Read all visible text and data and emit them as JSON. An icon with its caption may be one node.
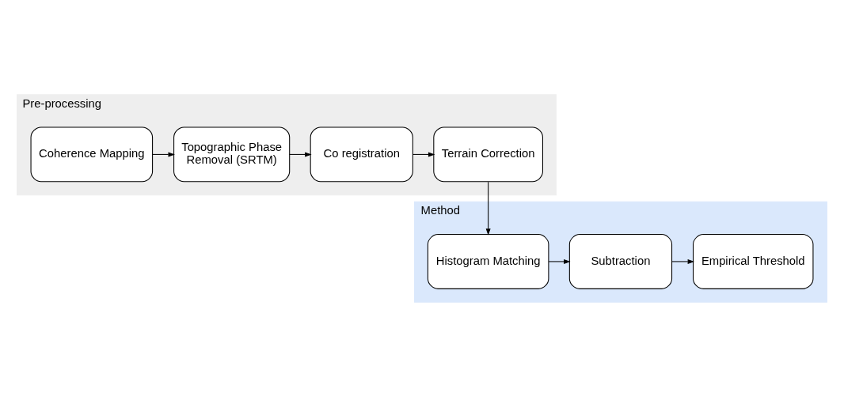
{
  "diagram": {
    "nodes": [
      {
        "text": [
          "Pre-processing"
        ]
      },
      {
        "text": [
          "Coherence Mapping"
        ],
        "in": 0
      },
      {
        "text": [
          "Topographic Phase Removal (SRTM)"
        ],
        "in": 0
      },
      {
        "text": [
          "Co registration"
        ],
        "in": 0
      },
      {
        "text": [
          "Terrain Correction"
        ],
        "in": 0
      },
      {
        "text": [
          "Method"
        ]
      },
      {
        "text": [
          "Histogram Matching"
        ],
        "in": 5
      },
      {
        "text": [
          "Subtraction"
        ],
        "in": 5
      },
      {
        "text": [
          "Empirical Threshold"
        ],
        "in": 5
      }
    ],
    "edges": [
      {
        "from": 1,
        "to": 2,
        "arrow": "to"
      },
      {
        "from": 2,
        "to": 3,
        "arrow": "to"
      },
      {
        "from": 3,
        "to": 4,
        "arrow": "to"
      },
      {
        "from": 4,
        "to": 6,
        "arrow": "to"
      },
      {
        "from": 6,
        "to": 7,
        "arrow": "to"
      },
      {
        "from": 7,
        "to": 8,
        "arrow": "to"
      }
    ]
  }
}
